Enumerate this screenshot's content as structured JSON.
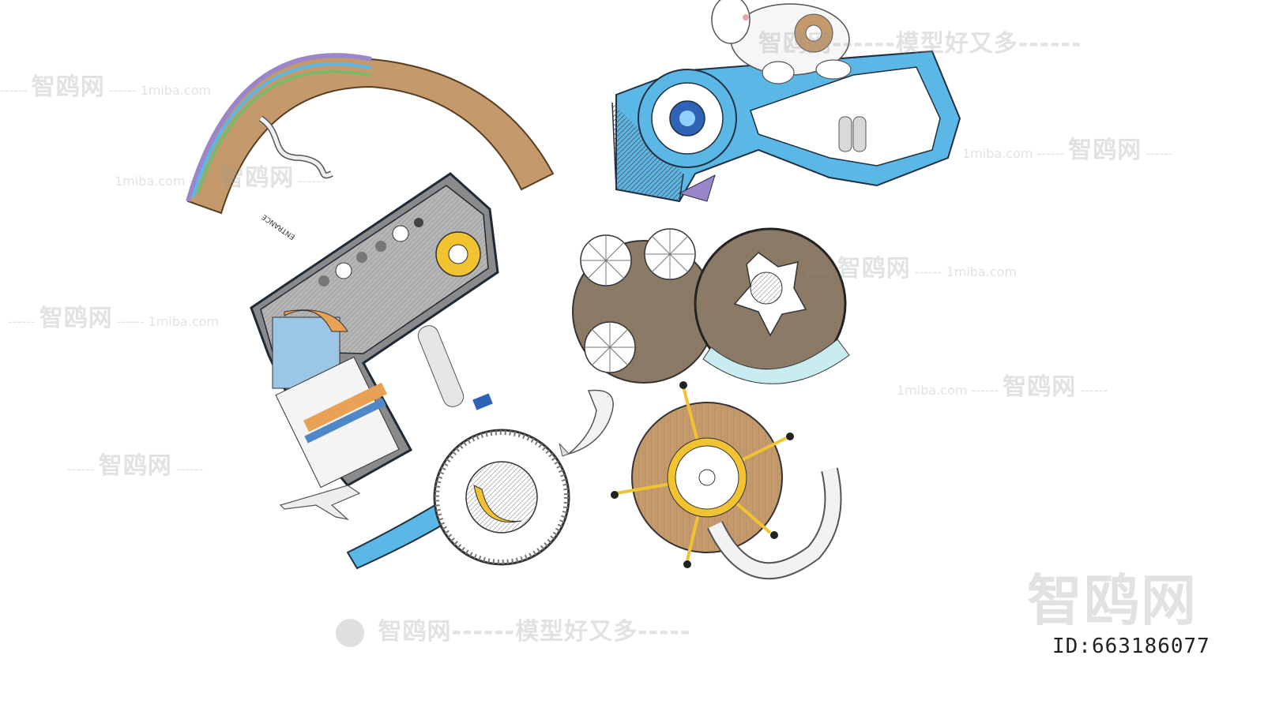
{
  "watermarks": {
    "site": "智鸥网",
    "slogan": "------模型好又多------",
    "bottom_line": "智鸥网------模型好又多-----",
    "domain": "1miba.com",
    "dashes": "------",
    "big": "智鸥网",
    "id_label": "ID:663186077"
  },
  "model_labels": {
    "entrance_sign": "ENTRANCE"
  },
  "colors": {
    "wood": "#c49a6c",
    "blue": "#5bb8e6",
    "yellow": "#f2c331",
    "orange": "#e9a155",
    "grey_deck": "#b5b5b5",
    "lavender": "#9a86c9"
  }
}
